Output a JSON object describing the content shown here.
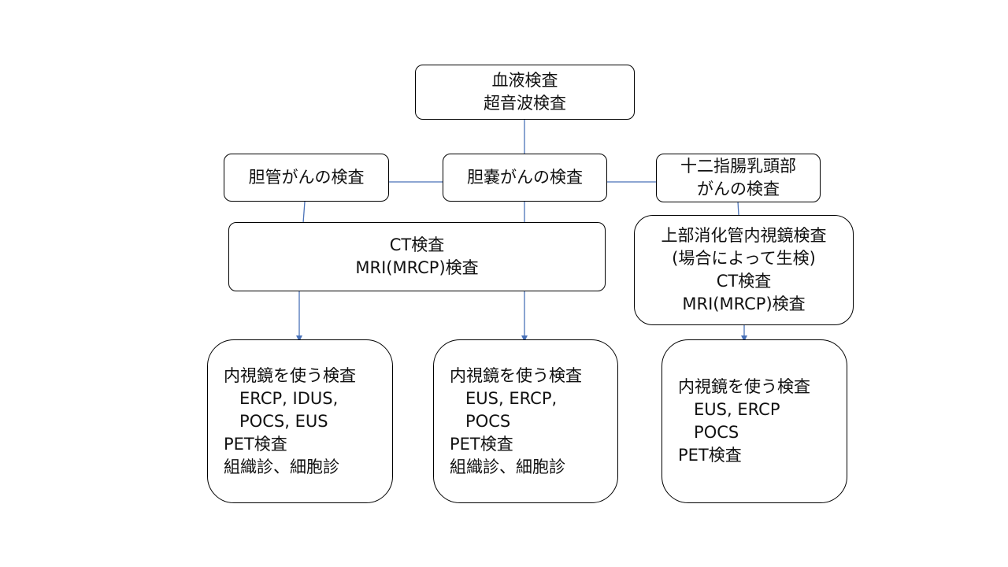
{
  "nodes": {
    "blood_test": [
      "血液検査",
      "超音波検査"
    ],
    "bile_duct": [
      "胆管がんの検査"
    ],
    "gallbladder": [
      "胆嚢がんの検査"
    ],
    "ampulla": [
      "十二指腸乳頭部",
      "がんの検査"
    ],
    "ct_mri": [
      "CT検査",
      "MRI(MRCP)検査"
    ],
    "upper_gi": [
      "上部消化管内視鏡検査",
      "(場合によって生検)",
      "CT検査",
      "MRI(MRCP)検査"
    ],
    "endo_left": [
      "内視鏡を使う検査",
      "   ERCP, IDUS,",
      "   POCS, EUS",
      "PET検査",
      "組織診、細胞診"
    ],
    "endo_mid": [
      "内視鏡を使う検査",
      "   EUS, ERCP,",
      "   POCS",
      "PET検査",
      "組織診、細胞診"
    ],
    "endo_right": [
      "内視鏡を使う検査",
      "   EUS, ERCP",
      "   POCS",
      "PET検査"
    ]
  },
  "colors": {
    "connector": "#4a72b8",
    "border": "#000000"
  }
}
